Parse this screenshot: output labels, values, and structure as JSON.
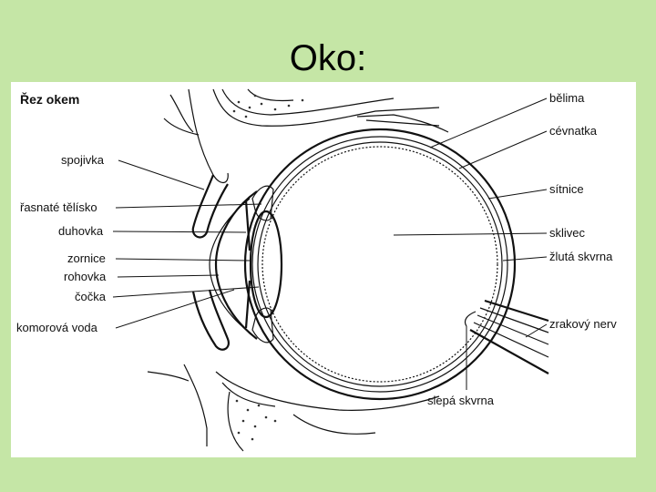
{
  "slide": {
    "title": "Oko:"
  },
  "figure": {
    "heading": "Řez okem",
    "labels": {
      "spojivka": "spojivka",
      "rasnate_telisko": "řasnaté tělísko",
      "duhovka": "duhovka",
      "zornice": "zornice",
      "rohovka": "rohovka",
      "cocka": "čočka",
      "komorova_voda": "komorová voda",
      "belima": "bělima",
      "cevnatka": "cévnatka",
      "sitnice": "sítnice",
      "sklivec": "sklivec",
      "zluta_skvrna": "žlutá skvrna",
      "zrakovy_nerv": "zrakový nerv",
      "slepa_skvrna": "slepá skvrna"
    }
  },
  "colors": {
    "background": "#c5e6a6",
    "figure": "#ffffff",
    "ink": "#111111"
  }
}
